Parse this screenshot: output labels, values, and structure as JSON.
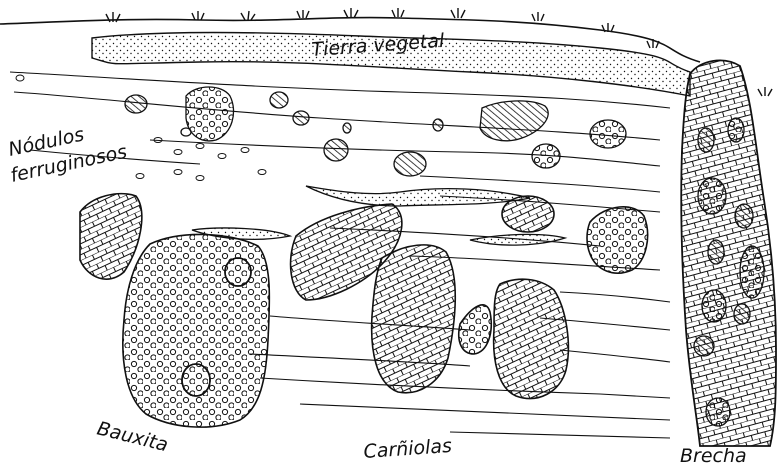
{
  "labels": {
    "topsoil": "Tierra vegetal",
    "nodules_line1": "Nódulos",
    "nodules_line2": "ferruginosos",
    "bauxite": "Bauxita",
    "carniolas": "Carñiolas",
    "breccia": "Brecha"
  },
  "colors": {
    "ink": "#111111",
    "paper": "#ffffff"
  },
  "patterns": [
    "stipple-pattern",
    "brick-pattern",
    "hatch-pattern",
    "oolite-pattern"
  ]
}
